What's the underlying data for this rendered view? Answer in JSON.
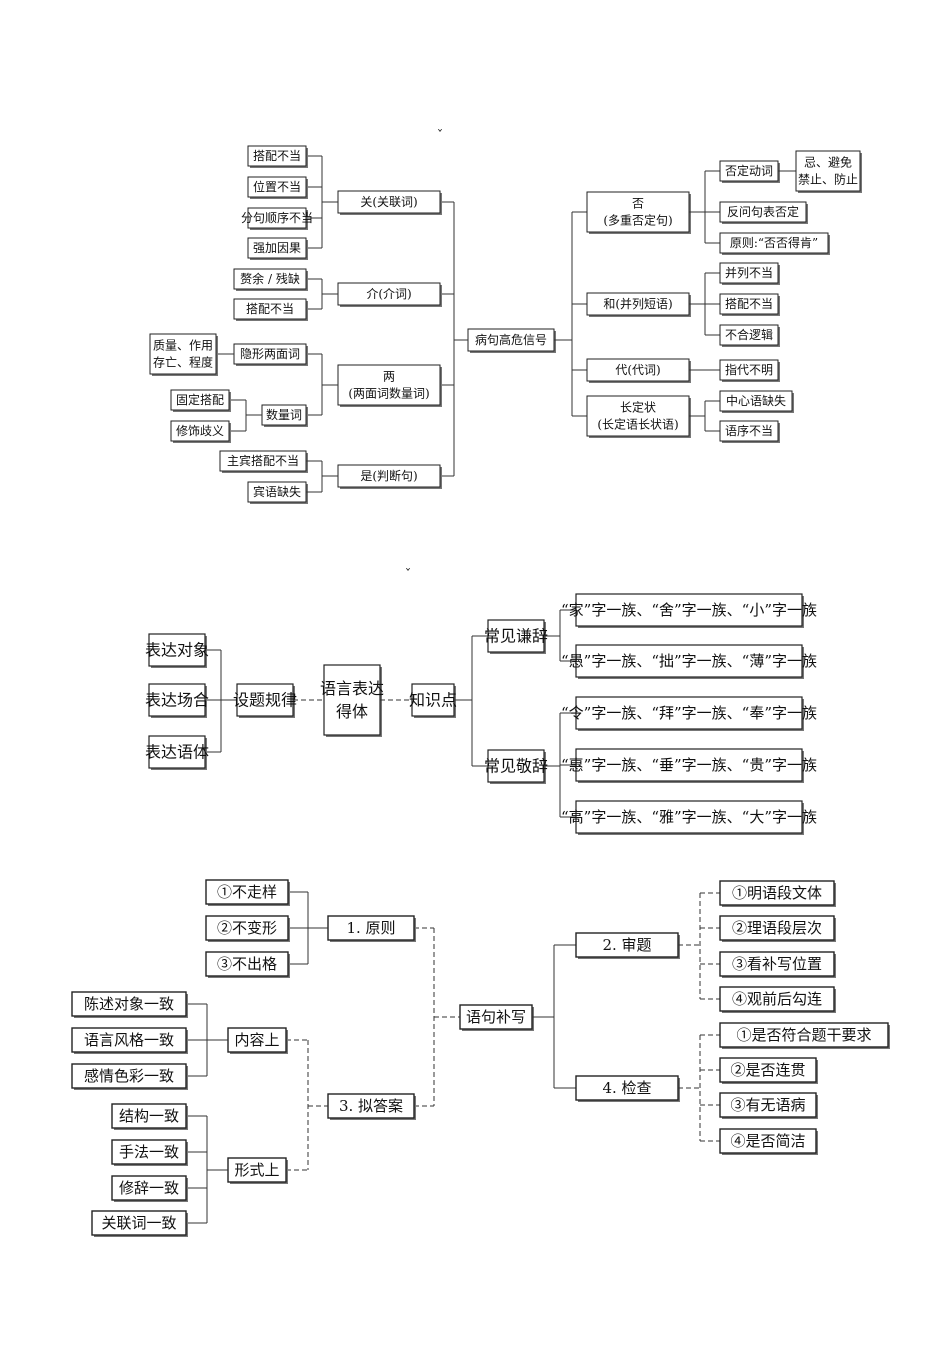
{
  "diagram1": {
    "marker": "ˇ",
    "root": "病句高危信号",
    "left": [
      {
        "label": "关(关联词)",
        "children": [
          "搭配不当",
          "位置不当",
          "分句顺序不当",
          "强加因果"
        ]
      },
      {
        "label": "介(介词)",
        "children": [
          "赘余 / 残缺",
          "搭配不当"
        ]
      },
      {
        "label": "两",
        "label2": "(两面词数量词)",
        "children": [
          {
            "label": "隐形两面词",
            "children": [
              "质量、作用",
              "存亡、程度"
            ]
          },
          {
            "label": "数量词",
            "children": [
              "固定搭配",
              "修饰歧义"
            ]
          }
        ]
      },
      {
        "label": "是(判断句)",
        "children": [
          "主宾搭配不当",
          "宾语缺失"
        ]
      }
    ],
    "right": [
      {
        "label": "否",
        "label2": "(多重否定句)",
        "children": [
          {
            "label": "否定动词",
            "children": [
              "忌、避免",
              "禁止、防止"
            ]
          },
          {
            "label": "反问句表否定"
          },
          {
            "label": "原则:“否否得肯”"
          }
        ]
      },
      {
        "label": "和(并列短语)",
        "children": [
          "并列不当",
          "搭配不当",
          "不合逻辑"
        ]
      },
      {
        "label": "代(代词)",
        "children": [
          "指代不明"
        ]
      },
      {
        "label": "长定状",
        "label2": "(长定语长状语)",
        "children": [
          "中心语缺失",
          "语序不当"
        ]
      }
    ]
  },
  "diagram2": {
    "marker": "ˇ",
    "center": "语言表达得体",
    "center_lines": [
      "语言表达",
      "得体"
    ],
    "left_hub": "设题规律",
    "left_items": [
      "表达对象",
      "表达场合",
      "表达语体"
    ],
    "right_hub": "知识点",
    "groups": [
      {
        "label": "常见谦辞",
        "items": [
          "“家”字一族、“舍”字一族、“小”字一族",
          "“愚”字一族、“拙”字一族、“薄”字一族"
        ]
      },
      {
        "label": "常见敬辞",
        "items": [
          "“令”字一族、“拜”字一族、“奉”字一族",
          "“惠”字一族、“垂”字一族、“贵”字一族",
          "“高”字一族、“雅”字一族、“大”字一族"
        ]
      }
    ]
  },
  "diagram3": {
    "root": "语句补写",
    "principle": {
      "label": "1. 原则",
      "items": [
        "①不走样",
        "②不变形",
        "③不出格"
      ]
    },
    "draft": {
      "label": "3. 拟答案",
      "groups": [
        {
          "label": "内容上",
          "items": [
            "陈述对象一致",
            "语言风格一致",
            "感情色彩一致"
          ]
        },
        {
          "label": "形式上",
          "items": [
            "结构一致",
            "手法一致",
            "修辞一致",
            "关联词一致"
          ]
        }
      ]
    },
    "review": {
      "label": "2. 审题",
      "items": [
        "①明语段文体",
        "②理语段层次",
        "③看补写位置",
        "④观前后勾连"
      ]
    },
    "check": {
      "label": "4. 检查",
      "items": [
        "①是否符合题干要求",
        "②是否连贯",
        "③有无语病",
        "④是否简洁"
      ]
    }
  }
}
